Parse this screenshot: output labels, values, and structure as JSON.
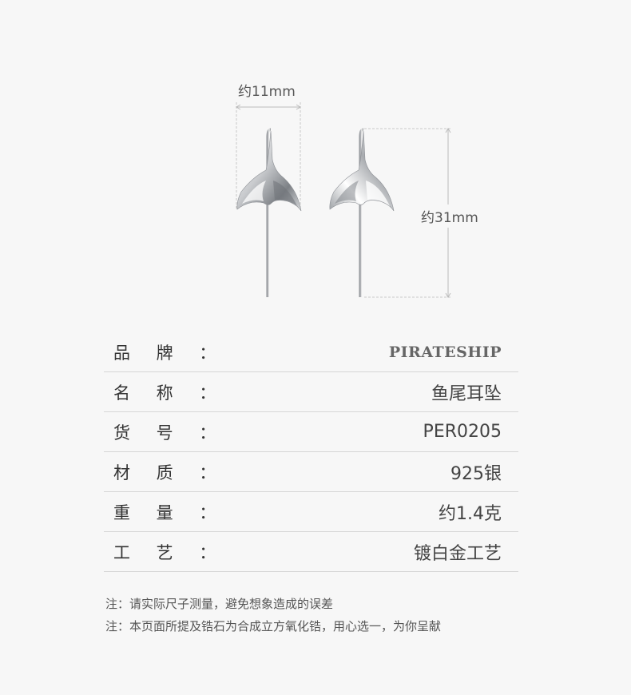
{
  "dimensions": {
    "width_label": "约11mm",
    "height_label": "约31mm"
  },
  "specs": [
    {
      "label": "品 牌 ：",
      "value": "PIRATESHIP"
    },
    {
      "label": "名 称 ：",
      "value": "鱼尾耳坠"
    },
    {
      "label": "货 号 ：",
      "value": "PER0205"
    },
    {
      "label": "材 质 ：",
      "value": "925银"
    },
    {
      "label": "重 量 ：",
      "value": "约1.4克"
    },
    {
      "label": "工 艺 ：",
      "value": "镀白金工艺"
    }
  ],
  "notes": [
    "注：请实际尺子测量，避免想象造成的误差",
    "注：本页面所提及锆石为合成立方氧化锆，用心选一，为你呈献"
  ],
  "colors": {
    "background": "#f7f7f7",
    "divider": "#d6d6d6",
    "text": "#444444"
  }
}
